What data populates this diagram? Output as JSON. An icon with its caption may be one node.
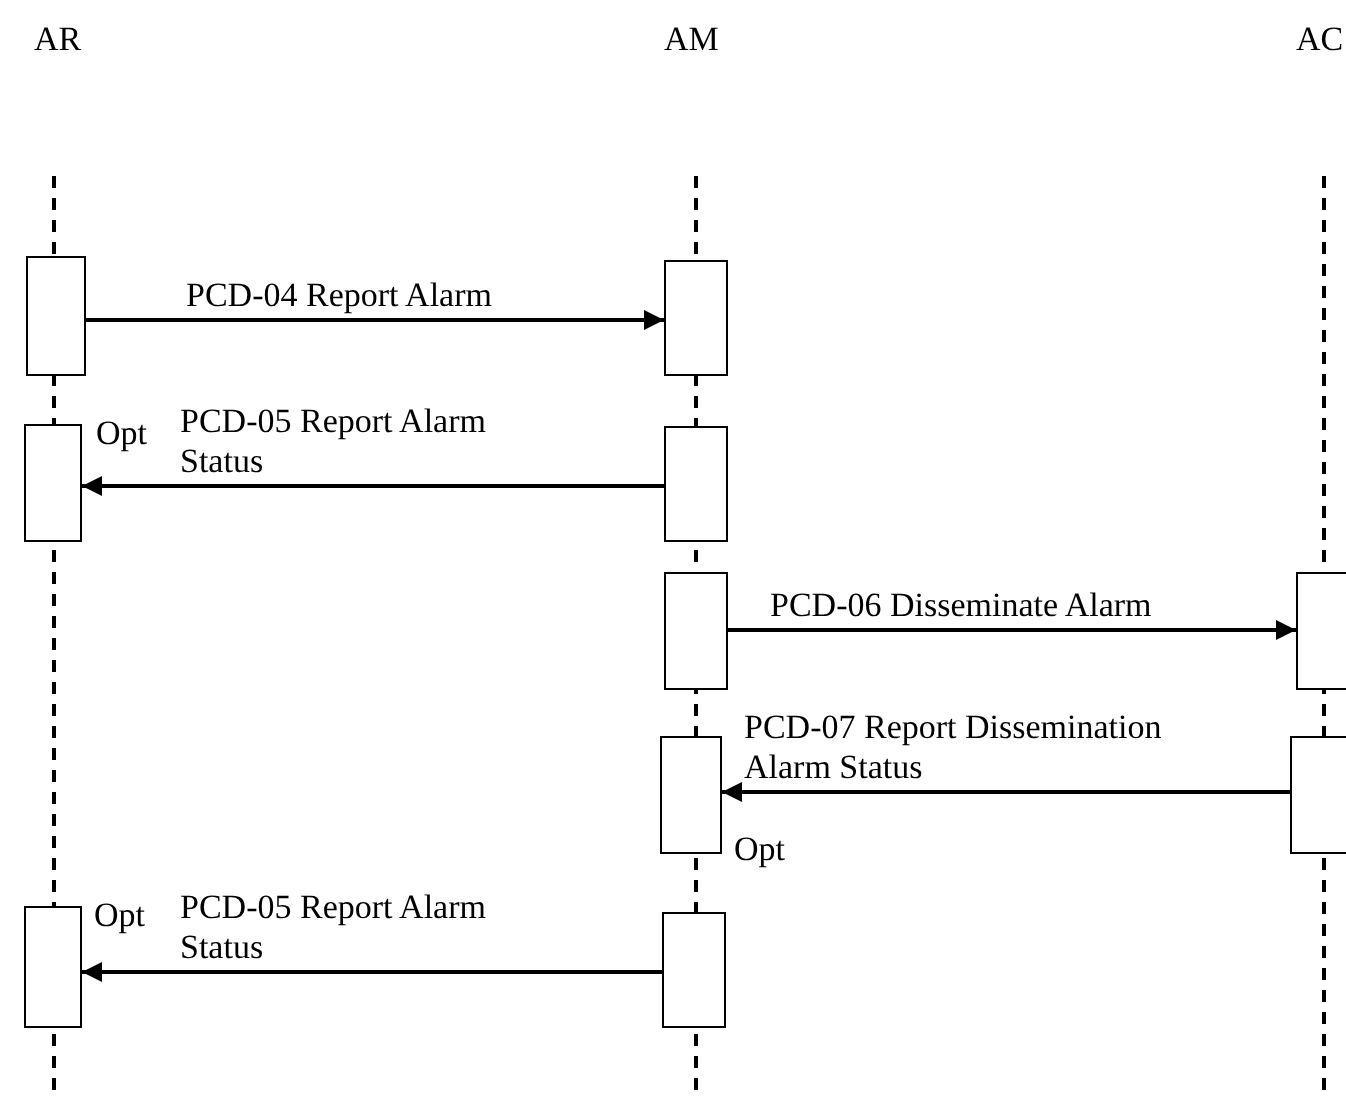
{
  "diagram": {
    "nodes": [
      {
        "text": [],
        "shape": "bar"
      },
      {
        "text": [],
        "shape": "bar"
      },
      {
        "text": [],
        "shape": "bar",
        "beside": [
          "Opt"
        ]
      },
      {
        "text": [],
        "shape": "bar"
      },
      {
        "text": [],
        "shape": "bar"
      },
      {
        "text": [],
        "shape": "bar"
      },
      {
        "text": [],
        "shape": "bar",
        "beside": [
          "Opt"
        ]
      },
      {
        "text": [],
        "shape": "bar"
      },
      {
        "text": [],
        "shape": "bar",
        "beside": [
          "Opt"
        ]
      },
      {
        "text": [],
        "shape": "bar"
      }
    ],
    "edges": [
      {
        "from": 0,
        "to": 1,
        "arrow": "to",
        "label": "PCD-04 Report Alarm"
      },
      {
        "from": 3,
        "to": 2,
        "arrow": "to",
        "label": "PCD-05 Report Alarm Status"
      },
      {
        "from": 4,
        "to": 5,
        "arrow": "to",
        "label": "PCD-06 Disseminate Alarm"
      },
      {
        "from": 7,
        "to": 6,
        "arrow": "to",
        "label": "PCD-07 Report Dissemination Alarm Status"
      },
      {
        "from": 9,
        "to": 8,
        "arrow": "to",
        "label": "PCD-05 Report Alarm Status"
      }
    ],
    "labels": [
      "AR",
      "AM",
      "AC"
    ]
  }
}
